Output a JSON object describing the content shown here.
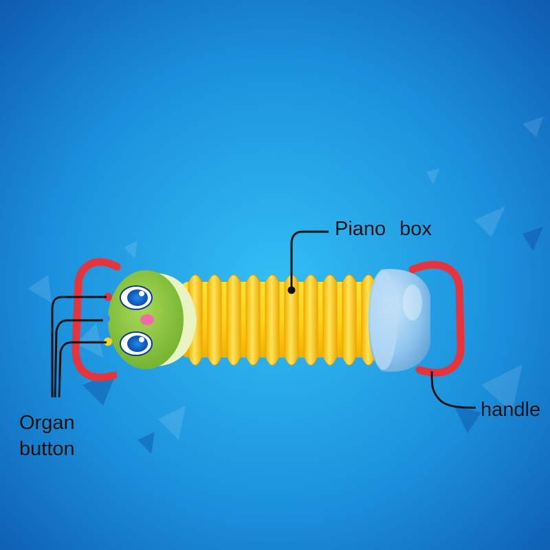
{
  "colors": {
    "background_center": "#2fb8f2",
    "background_edge": "#0f5fb6",
    "bellows": "#ffd21c",
    "bellows_shadow": "#e8a800",
    "handle": "#e8333b",
    "face_green": "#8cc63f",
    "cap_blue": "#8fc6ee",
    "leader_line": "#111111"
  },
  "labels": {
    "piano_box_word1": "Piano",
    "piano_box_word2": "box",
    "handle": "handle",
    "organ_line1": "Organ",
    "organ_line2": "button"
  }
}
